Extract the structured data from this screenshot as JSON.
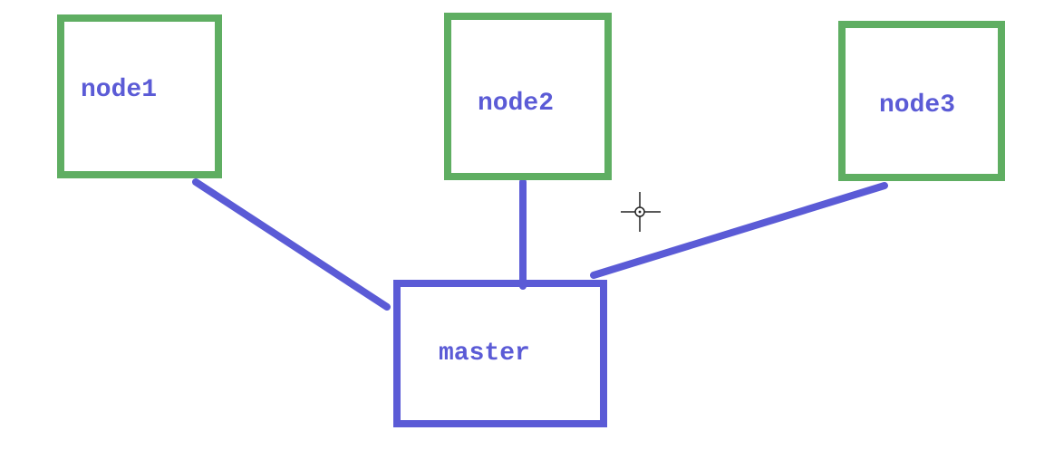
{
  "diagram": {
    "colors": {
      "node_border": "#5fae62",
      "master_border": "#5b5bd6",
      "connector": "#5b5bd6",
      "label_text": "#5b5bd6"
    },
    "nodes": [
      {
        "id": "node1",
        "label": "node1"
      },
      {
        "id": "node2",
        "label": "node2"
      },
      {
        "id": "node3",
        "label": "node3"
      }
    ],
    "master": {
      "label": "master"
    },
    "edges": [
      {
        "from": "node1",
        "to": "master"
      },
      {
        "from": "node2",
        "to": "master"
      },
      {
        "from": "node3",
        "to": "master"
      }
    ],
    "cursor_icon": "crosshair-cursor-icon"
  }
}
